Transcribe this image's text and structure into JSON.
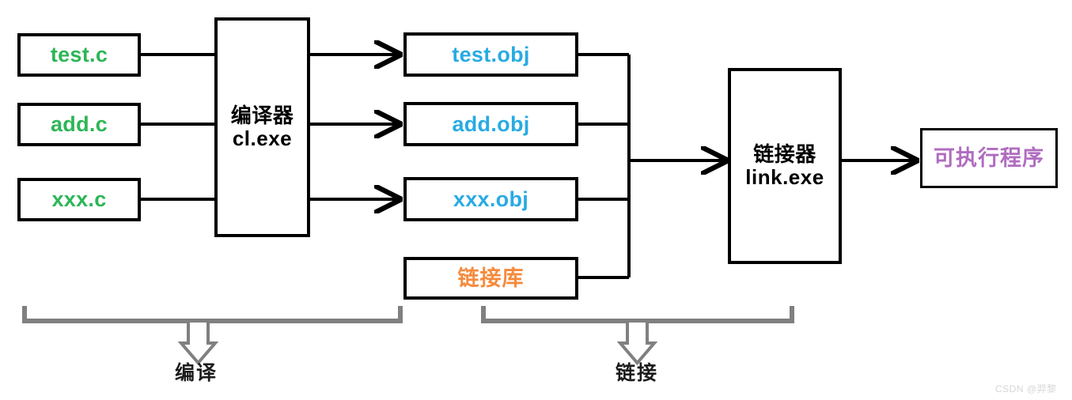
{
  "diagram": {
    "title": "C program compilation and linking process",
    "colors": {
      "source": "#2cb656",
      "object": "#28abe3",
      "library": "#f58a3c",
      "executable": "#b06cc0",
      "stroke": "#000000",
      "bracket": "#808080",
      "background": "#ffffff"
    },
    "source_files": [
      {
        "label": "test.c"
      },
      {
        "label": "add.c"
      },
      {
        "label": "xxx.c"
      }
    ],
    "compiler": {
      "line1": "编译器",
      "line2": "cl.exe",
      "label": "编译器\ncl.exe"
    },
    "object_files": [
      {
        "label": "test.obj"
      },
      {
        "label": "add.obj"
      },
      {
        "label": "xxx.obj"
      }
    ],
    "library": {
      "label": "链接库"
    },
    "linker": {
      "line1": "链接器",
      "line2": "link.exe",
      "label": "链接器\nlink.exe"
    },
    "executable": {
      "label": "可执行程序"
    },
    "phases": [
      {
        "name": "compile",
        "label": "编译"
      },
      {
        "name": "link",
        "label": "链接"
      }
    ]
  },
  "watermark": {
    "text": "CSDN @羿黎"
  }
}
